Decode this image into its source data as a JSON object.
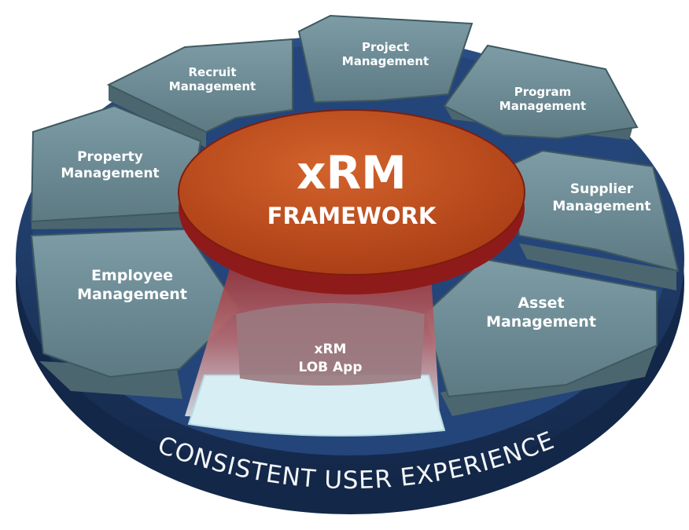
{
  "core": {
    "title": "xRM",
    "subtitle": "FRAMEWORK"
  },
  "modules": [
    {
      "line1": "Recruit",
      "line2": "Management"
    },
    {
      "line1": "Project",
      "line2": "Management"
    },
    {
      "line1": "Program",
      "line2": "Management"
    },
    {
      "line1": "Property",
      "line2": "Management"
    },
    {
      "line1": "Supplier",
      "line2": "Management"
    },
    {
      "line1": "Employee",
      "line2": "Management"
    },
    {
      "line1": "Asset",
      "line2": "Management"
    }
  ],
  "lob_app": {
    "line1": "xRM",
    "line2": "LOB  App"
  },
  "ring_text": "CONSISTENT USER EXPERIENCE",
  "colors": {
    "ring": "#1f3d6e",
    "ring_dark": "#14284a",
    "segment_top": "#6f8f98",
    "segment_side": "#4b666e",
    "core": "#c4521f",
    "core_side": "#8f1a1a",
    "lob_glow": "#cfeaf0"
  }
}
